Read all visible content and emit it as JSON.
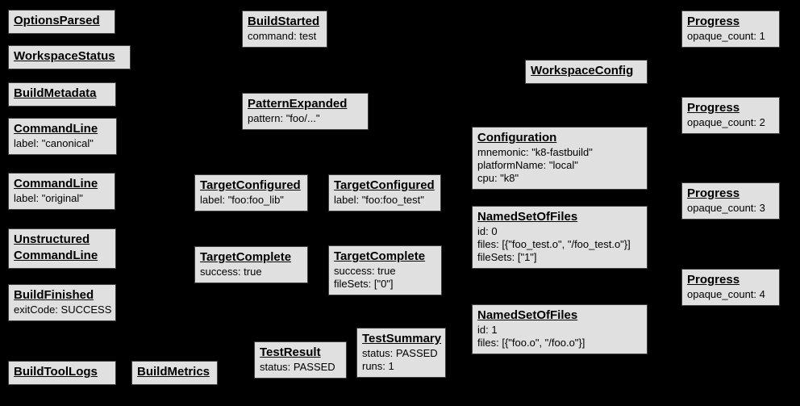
{
  "colors": {
    "background": "#000000",
    "node_fill": "#e0e0e0",
    "node_border": "#3f3f3f",
    "node_text": "#000000"
  },
  "diagram": {
    "nodes": [
      {
        "title": "OptionsParsed",
        "attrs": []
      },
      {
        "title": "WorkspaceStatus",
        "attrs": []
      },
      {
        "title": "BuildMetadata",
        "attrs": []
      },
      {
        "title": "CommandLine",
        "attrs": [
          "label: \"canonical\""
        ]
      },
      {
        "title": "CommandLine",
        "attrs": [
          "label: \"original\""
        ]
      },
      {
        "title": "Unstructured",
        "title2": "CommandLine",
        "attrs": []
      },
      {
        "title": "BuildFinished",
        "attrs": [
          "exitCode: SUCCESS"
        ]
      },
      {
        "title": "BuildToolLogs",
        "attrs": []
      },
      {
        "title": "BuildMetrics",
        "attrs": []
      },
      {
        "title": "BuildStarted",
        "attrs": [
          "command: test"
        ]
      },
      {
        "title": "PatternExpanded",
        "attrs": [
          "pattern: \"foo/...\""
        ]
      },
      {
        "title": "TargetConfigured",
        "attrs": [
          "label: \"foo:foo_lib\""
        ]
      },
      {
        "title": "TargetConfigured",
        "attrs": [
          "label: \"foo:foo_test\""
        ]
      },
      {
        "title": "TargetComplete",
        "attrs": [
          "success: true"
        ]
      },
      {
        "title": "TargetComplete",
        "attrs": [
          "success: true",
          "fileSets: [\"0\"]"
        ]
      },
      {
        "title": "TestResult",
        "attrs": [
          "status: PASSED"
        ]
      },
      {
        "title": "TestSummary",
        "attrs": [
          "status: PASSED",
          "runs: 1"
        ]
      },
      {
        "title": "WorkspaceConfig",
        "attrs": []
      },
      {
        "title": "Configuration",
        "attrs": [
          "mnemonic: \"k8-fastbuild\"",
          "platformName: \"local\"",
          "cpu: \"k8\""
        ]
      },
      {
        "title": "NamedSetOfFiles",
        "attrs": [
          "id: 0",
          "files: [{\"foo_test.o\", \"/foo_test.o\"}]",
          "fileSets: [\"1\"]"
        ]
      },
      {
        "title": "NamedSetOfFiles",
        "attrs": [
          "id: 1",
          "files: [{\"foo.o\", \"/foo.o\"}]"
        ]
      },
      {
        "title": "Progress",
        "attrs": [
          "opaque_count: 1"
        ]
      },
      {
        "title": "Progress",
        "attrs": [
          "opaque_count: 2"
        ]
      },
      {
        "title": "Progress",
        "attrs": [
          "opaque_count: 3"
        ]
      },
      {
        "title": "Progress",
        "attrs": [
          "opaque_count: 4"
        ]
      }
    ]
  }
}
